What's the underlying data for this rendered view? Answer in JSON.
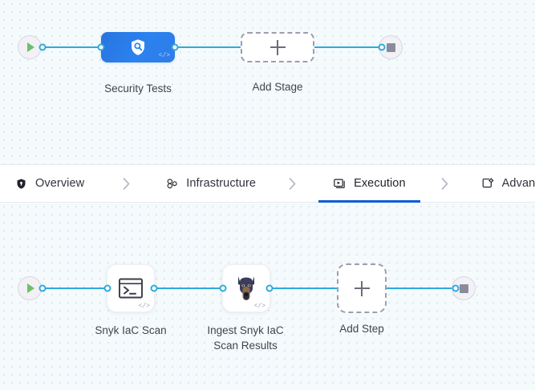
{
  "canvas": {
    "background_color": "#f5fafc",
    "dot_color": "#dbe3ea"
  },
  "theme": {
    "edge_color": "#2eaadc",
    "stage_color": "#2b82ef",
    "active_tab_underline": "#0b5cd5",
    "play_color": "#6dc067",
    "stop_color": "#8b8b9c"
  },
  "stage_graph": {
    "start_node": {
      "name": "pipeline-start",
      "icon": "play-icon"
    },
    "nodes": [
      {
        "id": "security-tests",
        "label": "Security Tests",
        "icon": "shield-search-icon",
        "badge": "</>",
        "type": "stage"
      },
      {
        "id": "add-stage",
        "label": "Add Stage",
        "icon": "plus-icon",
        "type": "add"
      }
    ],
    "end_node": {
      "name": "pipeline-end",
      "icon": "stop-icon"
    }
  },
  "tabs": [
    {
      "id": "overview",
      "label": "Overview",
      "icon": "shield-icon",
      "active": false
    },
    {
      "id": "infrastructure",
      "label": "Infrastructure",
      "icon": "infrastructure-icon",
      "active": false
    },
    {
      "id": "execution",
      "label": "Execution",
      "icon": "execution-icon",
      "active": true
    },
    {
      "id": "advanced",
      "label": "Advanced",
      "icon": "advanced-gear-icon",
      "active": false
    }
  ],
  "tab_separator": "›",
  "step_graph": {
    "start_node": {
      "name": "execution-start",
      "icon": "play-icon"
    },
    "nodes": [
      {
        "id": "snyk-iac-scan",
        "label": "Snyk IaC Scan",
        "icon": "terminal-icon",
        "badge": "</>",
        "type": "step"
      },
      {
        "id": "ingest-snyk-iac-scan-results",
        "label": "Ingest Snyk IaC\nScan Results",
        "icon": "doberman-icon",
        "badge": "</>",
        "type": "step"
      },
      {
        "id": "add-step",
        "label": "Add Step",
        "icon": "plus-icon",
        "type": "add"
      }
    ],
    "end_node": {
      "name": "execution-end",
      "icon": "stop-icon"
    }
  }
}
